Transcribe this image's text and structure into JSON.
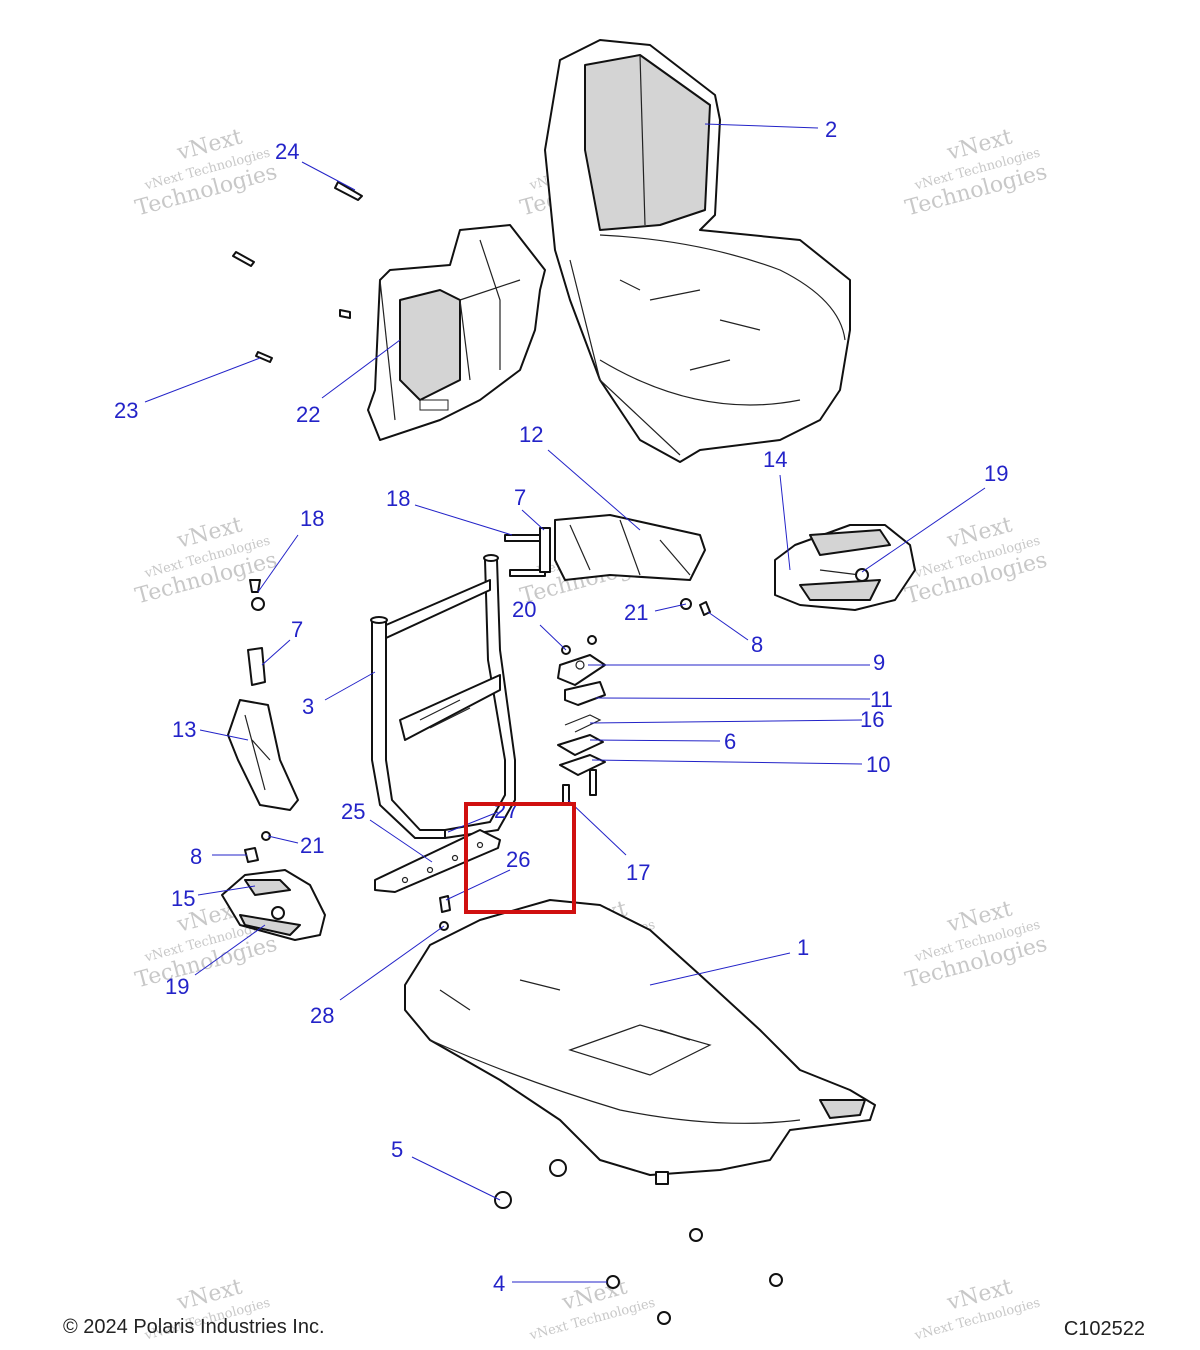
{
  "watermark": {
    "line1": "vNext",
    "line2": "vNext Technologies",
    "line3": "Technologies"
  },
  "footer": {
    "copyright": "© 2024 Polaris Industries Inc.",
    "figure_code": "C102522"
  },
  "callouts": [
    "1",
    "2",
    "3",
    "4",
    "5",
    "6",
    "7",
    "7",
    "8",
    "8",
    "9",
    "10",
    "11",
    "12",
    "13",
    "14",
    "15",
    "16",
    "17",
    "18",
    "18",
    "19",
    "19",
    "20",
    "21",
    "21",
    "22",
    "23",
    "24",
    "25",
    "26",
    "27",
    "28"
  ],
  "highlight": {
    "color": "#d01010"
  },
  "accent_color": "#2323c8"
}
